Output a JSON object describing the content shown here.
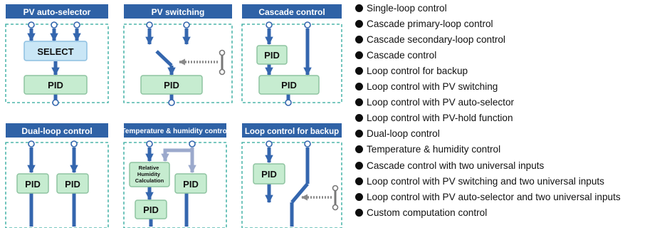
{
  "colors": {
    "header": "#2f62a6",
    "frame": "#2aa79a",
    "arrow": "#3466ae",
    "arrow_light": "#9ba9cc",
    "pid_fill": "#c6ecd0",
    "pid_stroke": "#8ec3a0",
    "select_fill": "#c9e6f6",
    "select_stroke": "#8dbfe0",
    "switch_dash": "#8a8a8a"
  },
  "diagrams": [
    {
      "title": "PV auto-selector",
      "blocks": [
        "SELECT",
        "PID"
      ]
    },
    {
      "title": "PV switching",
      "blocks": [
        "PID"
      ]
    },
    {
      "title": "Cascade control",
      "blocks": [
        "PID",
        "PID"
      ]
    },
    {
      "title": "Dual-loop control",
      "blocks": [
        "PID",
        "PID"
      ]
    },
    {
      "title": "Temperature & humidity control",
      "blocks": [
        "Relative Humidity Calculation",
        "PID",
        "PID"
      ]
    },
    {
      "title": "Loop control for backup",
      "blocks": [
        "PID"
      ]
    }
  ],
  "functions": [
    "Single-loop control",
    "Cascade primary-loop control",
    "Cascade secondary-loop control",
    "Cascade control",
    "Loop control for backup",
    "Loop control with PV switching",
    "Loop control with PV auto-selector",
    "Loop control with PV-hold function",
    "Dual-loop control",
    "Temperature & humidity control",
    "Cascade control with two universal inputs",
    "Loop control with PV switching and two universal inputs",
    "Loop control with PV auto-selector and two universal inputs",
    "Custom computation control"
  ]
}
